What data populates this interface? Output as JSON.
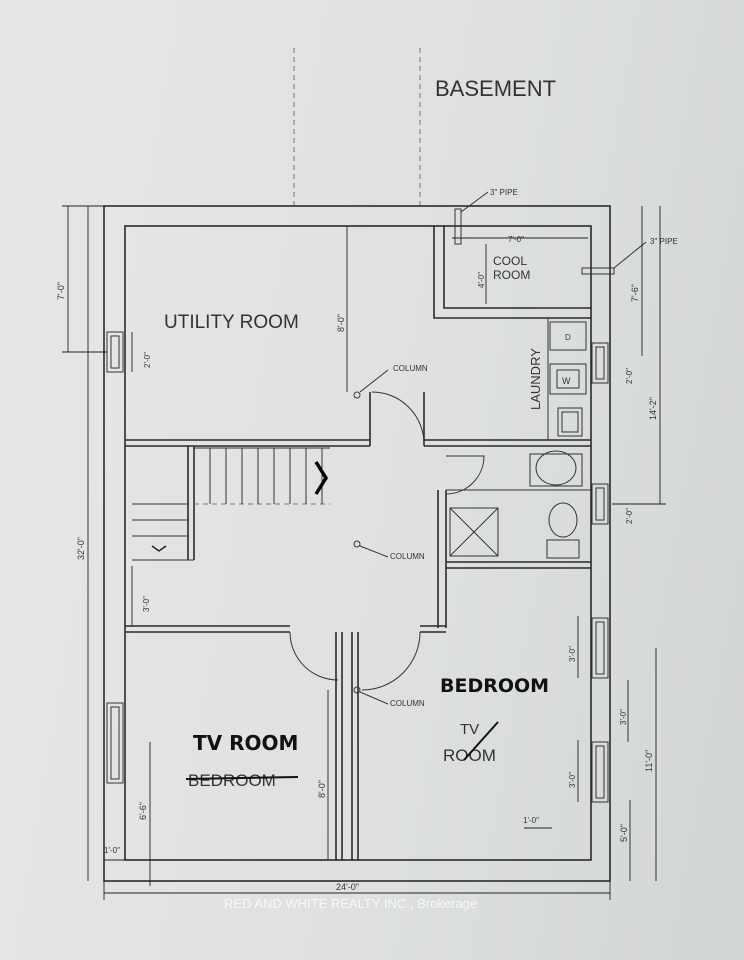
{
  "title": "BASEMENT",
  "rooms": {
    "utility": "UTILITY ROOM",
    "cool_line1": "COOL",
    "cool_line2": "ROOM",
    "laundry": "LAUNDRY",
    "bedroom": "BEDROOM",
    "tv_room": "TV ROOM",
    "bedroom_struck": "BEDROOM",
    "tv_struck": "TV",
    "room_struck": "ROOM"
  },
  "fixtures": {
    "dryer": "D",
    "washer": "W"
  },
  "annotations": {
    "column": "COLUMN",
    "pipe": "3\" PIPE"
  },
  "dimensions": {
    "d7_0": "7'-0\"",
    "d2_0": "2'-0\"",
    "d8_0": "8'-0\"",
    "d4_0": "4'-0\"",
    "d7_6": "7'-6\"",
    "d14_2": "14'-2\"",
    "d32_0": "32'-0\"",
    "d3_0": "3'-0\"",
    "d6_6": "6'-6\"",
    "d1_0": "1'-0\"",
    "d24_0": "24'-0\"",
    "d11_0": "11'-0\"",
    "d5_0": "5'-0\""
  },
  "watermark": "RED AND WHITE REALTY INC., Brokerage"
}
